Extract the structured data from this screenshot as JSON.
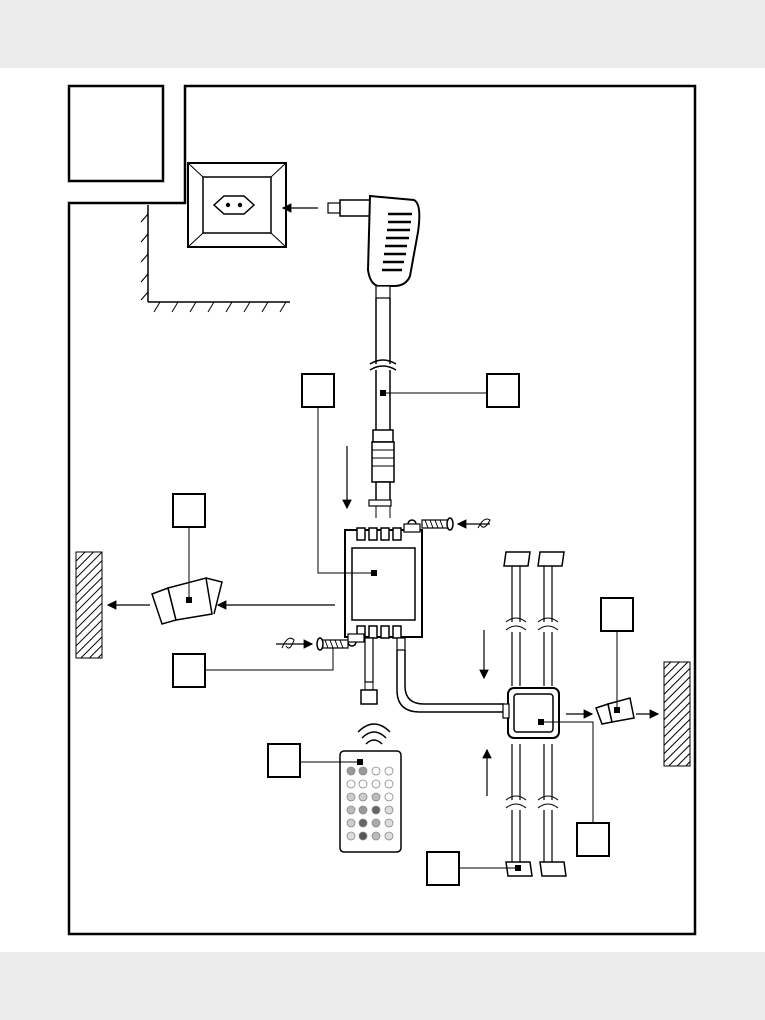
{
  "page": {
    "background": "#ffffff",
    "band_color": "#ececec",
    "line_color": "#000000"
  },
  "figure": {
    "components": [
      "page-corner-tab",
      "wall-socket",
      "power-adapter",
      "adapter-cable",
      "controller-box",
      "mounting-screws",
      "adhesive-clips",
      "led-strip-connectors",
      "distributor-box",
      "infrared-remote-control"
    ],
    "callouts": [
      "callout-cable",
      "callout-controller",
      "callout-left-clip",
      "callout-screw",
      "callout-remote",
      "callout-right-clip",
      "callout-distributor",
      "callout-connector"
    ]
  }
}
